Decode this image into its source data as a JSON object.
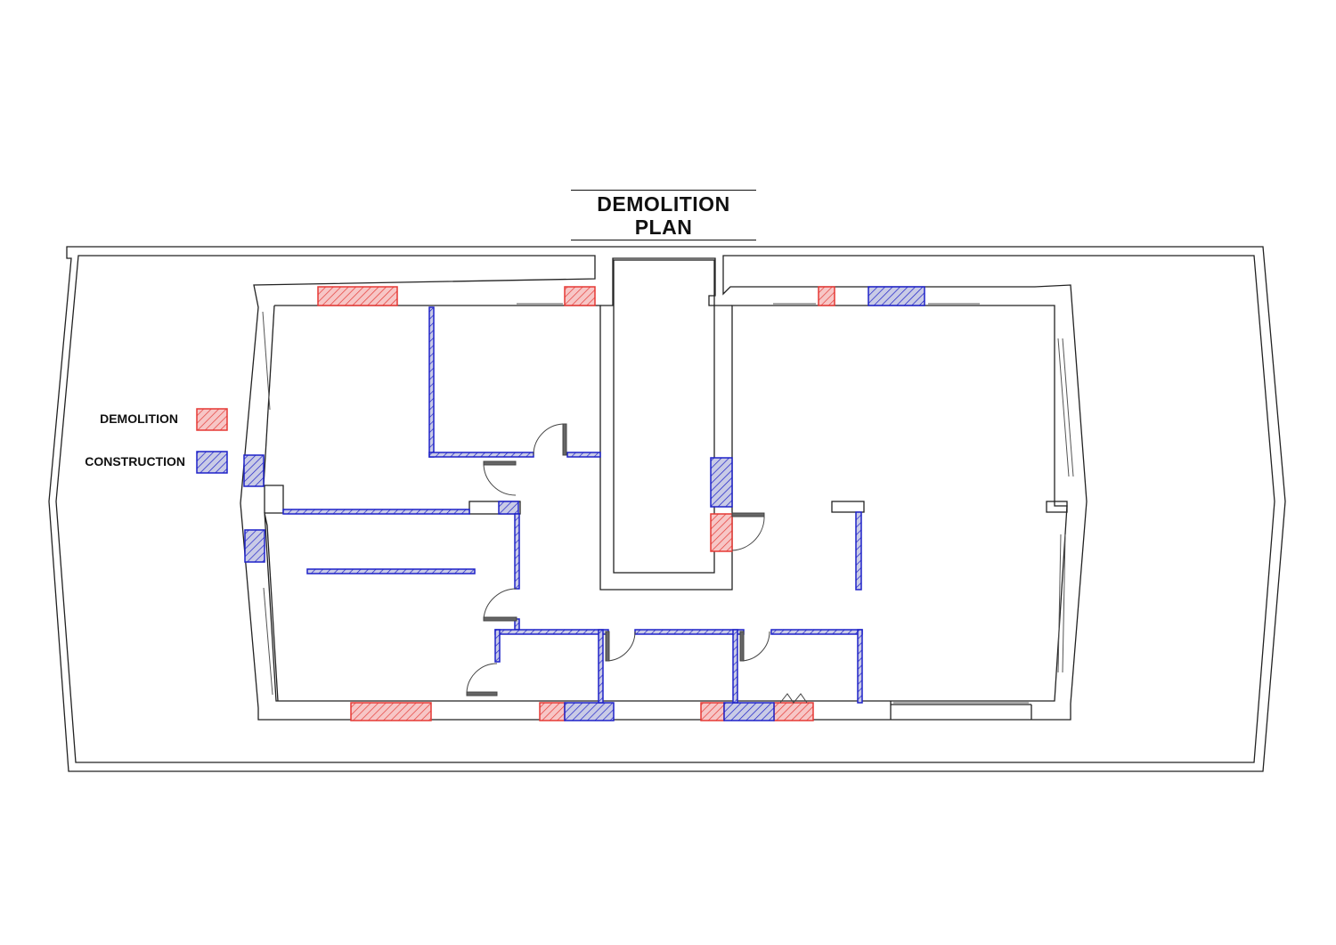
{
  "title": "DEMOLITION PLAN",
  "legend": [
    {
      "label": "DEMOLITION",
      "color": "#e53935",
      "kind": "demolition"
    },
    {
      "label": "CONSTRUCTION",
      "color": "#1e22c8",
      "kind": "construction"
    }
  ],
  "colors": {
    "wall": "#222222",
    "demolition": "#e53935",
    "construction": "#1e22c8",
    "door": "#555555"
  }
}
